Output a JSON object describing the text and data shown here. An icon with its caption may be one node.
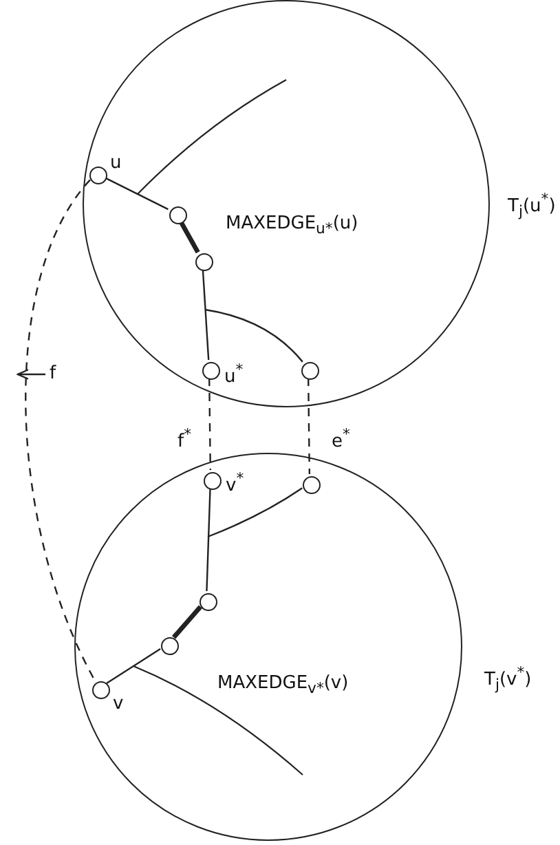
{
  "diagram": {
    "nodes": [
      {
        "text": [
          "T$_{j}$(u$^{*}$)"
        ]
      },
      {
        "text": [],
        "shape": "circle",
        "in": 0,
        "beside": [
          "u"
        ]
      },
      {
        "text": [],
        "shape": "circle",
        "in": 0
      },
      {
        "text": [],
        "shape": "circle",
        "in": 0
      },
      {
        "text": [],
        "shape": "circle",
        "in": 0,
        "beside": [
          "u$^{*}$"
        ]
      },
      {
        "text": [],
        "shape": "circle",
        "in": 0
      },
      {
        "text": [
          "f"
        ]
      },
      {
        "text": [
          "T$_{j}$(v$^{*}$)"
        ]
      },
      {
        "text": [],
        "shape": "circle",
        "in": 7,
        "beside": [
          "v$^{*}$"
        ]
      },
      {
        "text": [],
        "shape": "circle",
        "in": 7
      },
      {
        "text": [],
        "shape": "circle",
        "in": 7
      },
      {
        "text": [],
        "shape": "circle",
        "in": 7
      },
      {
        "text": [],
        "shape": "circle",
        "in": 7,
        "beside": [
          "v"
        ]
      }
    ],
    "edges": [
      {
        "from": 1,
        "to": 2,
        "arrow": "none"
      },
      {
        "from": 2,
        "to": 3,
        "arrow": "none",
        "label": "MAXEDGE$_{u*}$(u)",
        "style": "thick"
      },
      {
        "from": 3,
        "to": 4,
        "arrow": "none"
      },
      {
        "from": null,
        "to": 5,
        "arrow": "none"
      },
      {
        "from": 4,
        "to": 8,
        "arrow": "none",
        "label": "f$^{*}$",
        "style": "dashed"
      },
      {
        "from": 5,
        "to": 9,
        "arrow": "none",
        "label": "e$^{*}$",
        "style": "dashed"
      },
      {
        "from": 1,
        "to": 12,
        "arrow": "none",
        "style": "dashed"
      },
      {
        "from": 6,
        "to": null,
        "arrow": "to"
      },
      {
        "from": 8,
        "to": 10,
        "arrow": "none"
      },
      {
        "from": null,
        "to": 9,
        "arrow": "none"
      },
      {
        "from": 10,
        "to": 11,
        "arrow": "none",
        "label": "MAXEDGE$_{v*}$(v)",
        "style": "thick"
      },
      {
        "from": 11,
        "to": 12,
        "arrow": "none"
      }
    ]
  }
}
